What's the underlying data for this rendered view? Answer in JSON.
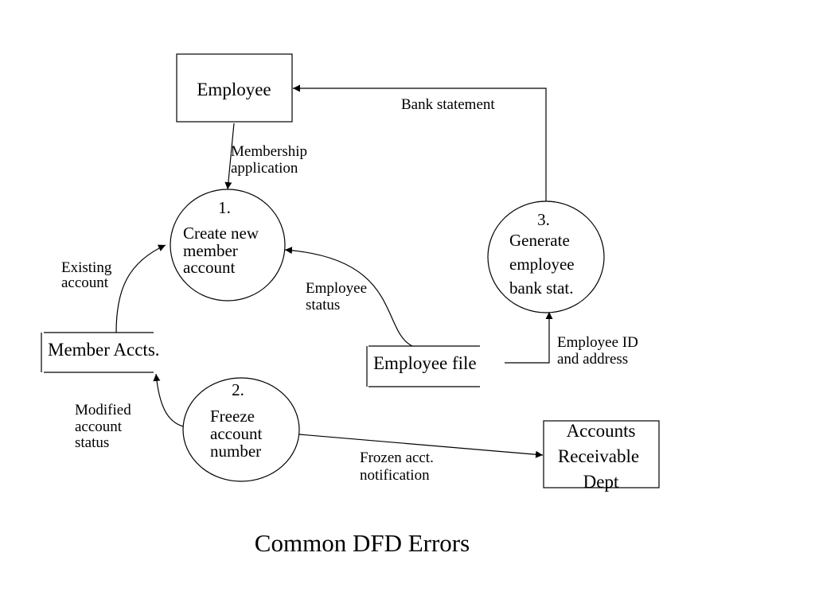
{
  "diagram": {
    "title": "Common DFD Errors",
    "colors": {
      "stroke": "#000000",
      "background": "#ffffff"
    },
    "entities": {
      "employee": [
        "Employee"
      ],
      "accounts_receivable": [
        "Accounts",
        "Receivable",
        "Dept"
      ]
    },
    "processes": {
      "p1": [
        "1.",
        "Create new",
        "member",
        "account"
      ],
      "p2": [
        "2.",
        "Freeze",
        "account",
        "number"
      ],
      "p3": [
        "3.",
        "Generate",
        "employee",
        "bank stat."
      ]
    },
    "stores": {
      "member_accts": "Member Accts.",
      "employee_file": "Employee file"
    },
    "flows": {
      "membership_application": [
        "Membership",
        "application"
      ],
      "bank_statement": [
        "Bank statement"
      ],
      "existing_account": [
        "Existing",
        "account"
      ],
      "employee_status": [
        "Employee",
        "status"
      ],
      "employee_id_address": [
        "Employee ID",
        "and address"
      ],
      "modified_account_status": [
        "Modified",
        "account",
        "status"
      ],
      "frozen_acct_notification": [
        "Frozen acct.",
        "notification"
      ]
    }
  }
}
